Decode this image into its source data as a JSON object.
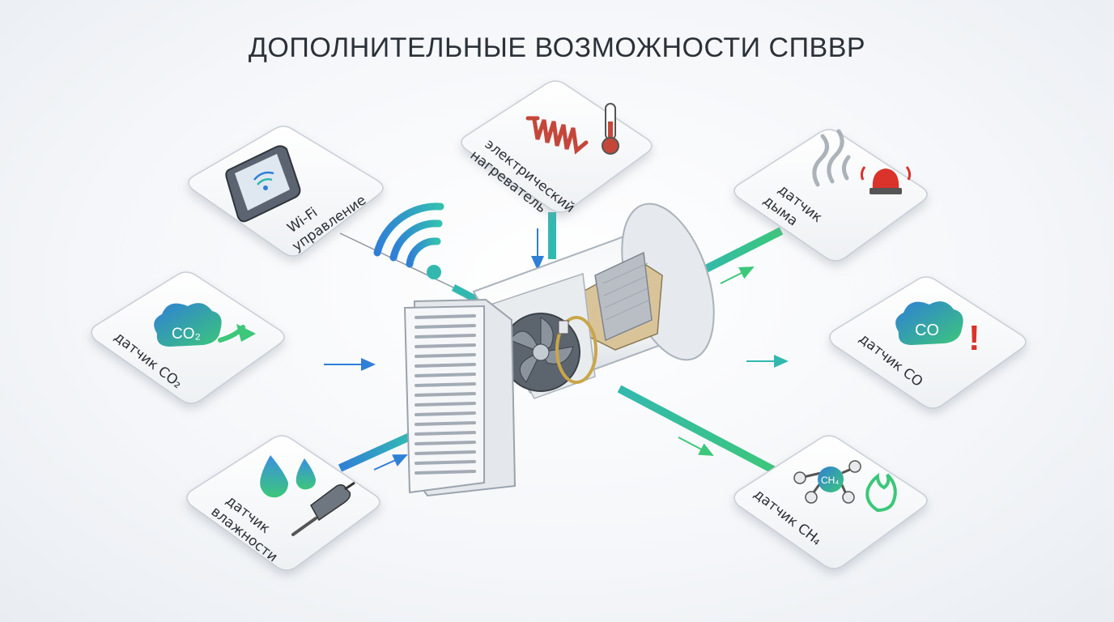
{
  "title": "ДОПОЛНИТЕЛЬНЫЕ ВОЗМОЖНОСТИ СПВВР",
  "modules": {
    "wifi": {
      "line1": "Wi-Fi",
      "line2": "управление"
    },
    "heater": {
      "line1": "электрический",
      "line2": "нагреватель"
    },
    "smoke": {
      "line1": "датчик",
      "line2": "дыма"
    },
    "co2": {
      "label": "датчик CO₂",
      "badge": "CO₂"
    },
    "co": {
      "label": "датчик CO",
      "badge": "CO",
      "alert": "!"
    },
    "humidity": {
      "line1": "датчик",
      "line2": "влажности"
    },
    "ch4": {
      "label": "датчик CH₄",
      "badge": "CH₄"
    }
  },
  "colors": {
    "blue": "#2f7fd6",
    "teal": "#33b8b0",
    "green": "#3cc77a",
    "heater_red": "#c4473a",
    "alarm_red": "#d9332b"
  }
}
